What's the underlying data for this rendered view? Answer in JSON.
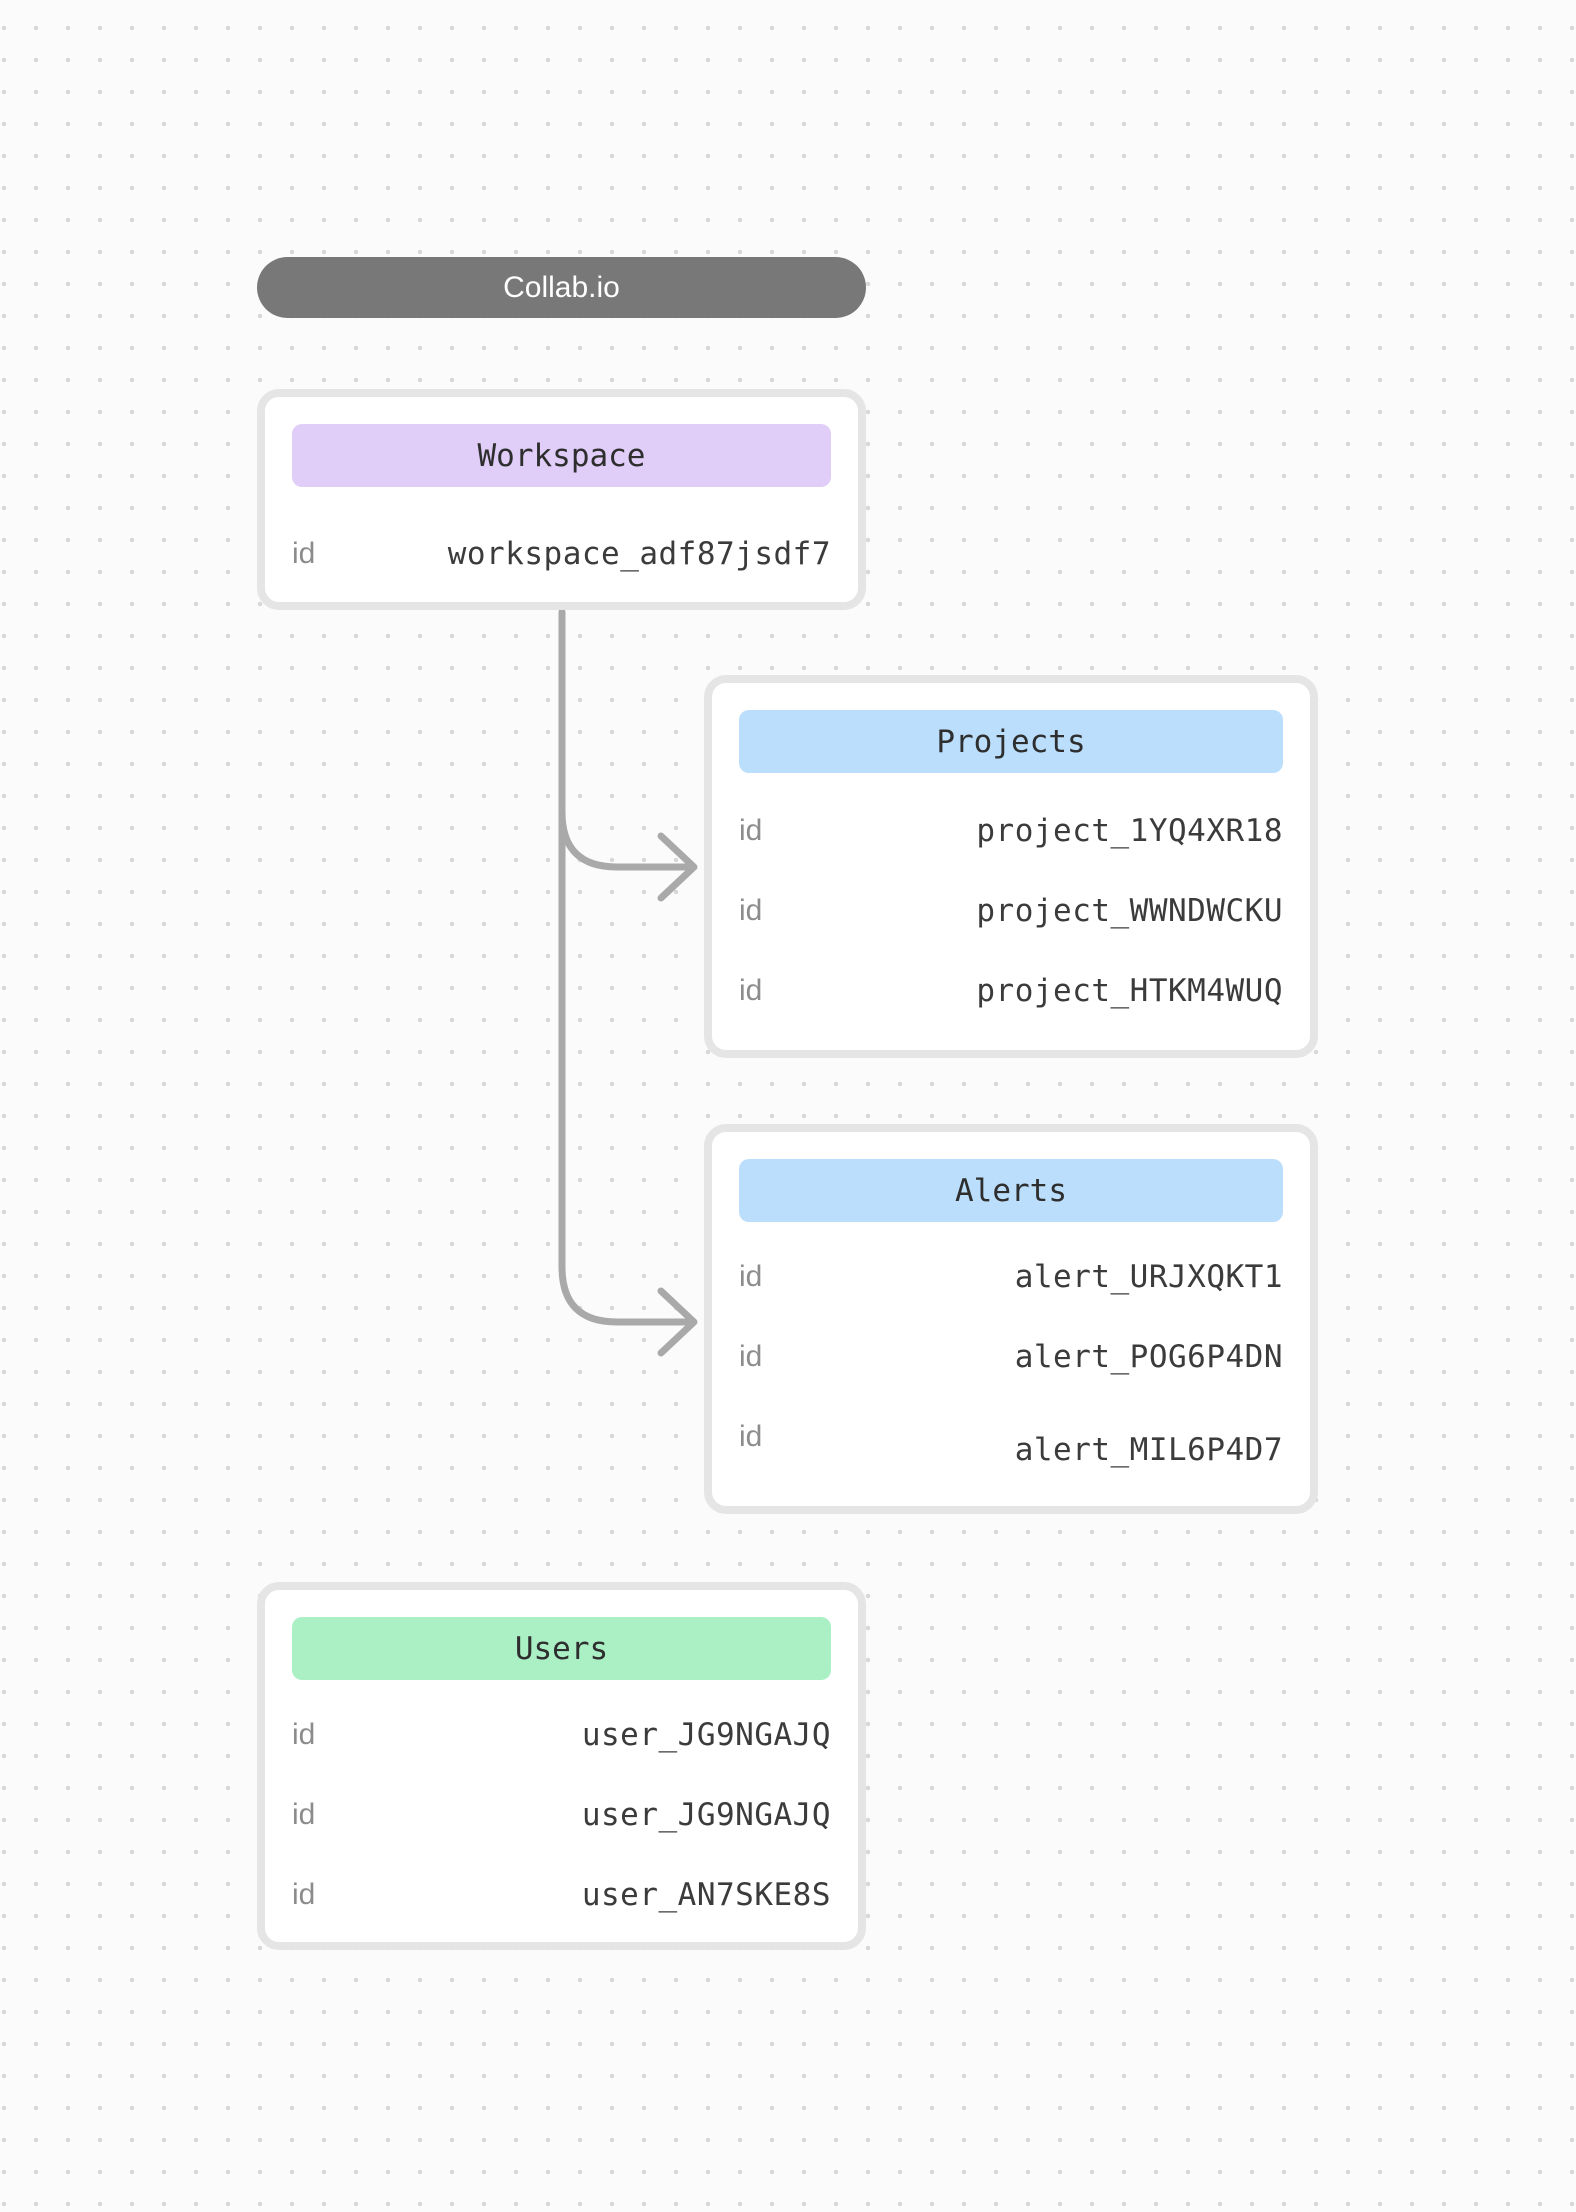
{
  "title_node": {
    "label": "Collab.io"
  },
  "colors": {
    "title_bg": "#787878",
    "workspace_header": "#e0cdf8",
    "projects_header": "#badefb",
    "alerts_header": "#badefb",
    "users_header": "#aaf0c4",
    "connector": "#a9a9a9"
  },
  "nodes": {
    "workspace": {
      "title": "Workspace",
      "rows": [
        {
          "label": "id",
          "value": "workspace_adf87jsdf7"
        }
      ]
    },
    "projects": {
      "title": "Projects",
      "rows": [
        {
          "label": "id",
          "value": "project_1YQ4XR18"
        },
        {
          "label": "id",
          "value": "project_WWNDWCKU"
        },
        {
          "label": "id",
          "value": "project_HTKM4WUQ"
        }
      ]
    },
    "alerts": {
      "title": "Alerts",
      "rows": [
        {
          "label": "id",
          "value": "alert_URJXQKT1"
        },
        {
          "label": "id",
          "value": "alert_POG6P4DN"
        },
        {
          "label": "id",
          "value": "alert_MIL6P4D7"
        }
      ]
    },
    "users": {
      "title": "Users",
      "rows": [
        {
          "label": "id",
          "value": "user_JG9NGAJQ"
        },
        {
          "label": "id",
          "value": "user_JG9NGAJQ"
        },
        {
          "label": "id",
          "value": "user_AN7SKE8S"
        }
      ]
    }
  },
  "connections": [
    {
      "from": "Workspace",
      "to": "Projects"
    },
    {
      "from": "Workspace",
      "to": "Alerts"
    }
  ]
}
